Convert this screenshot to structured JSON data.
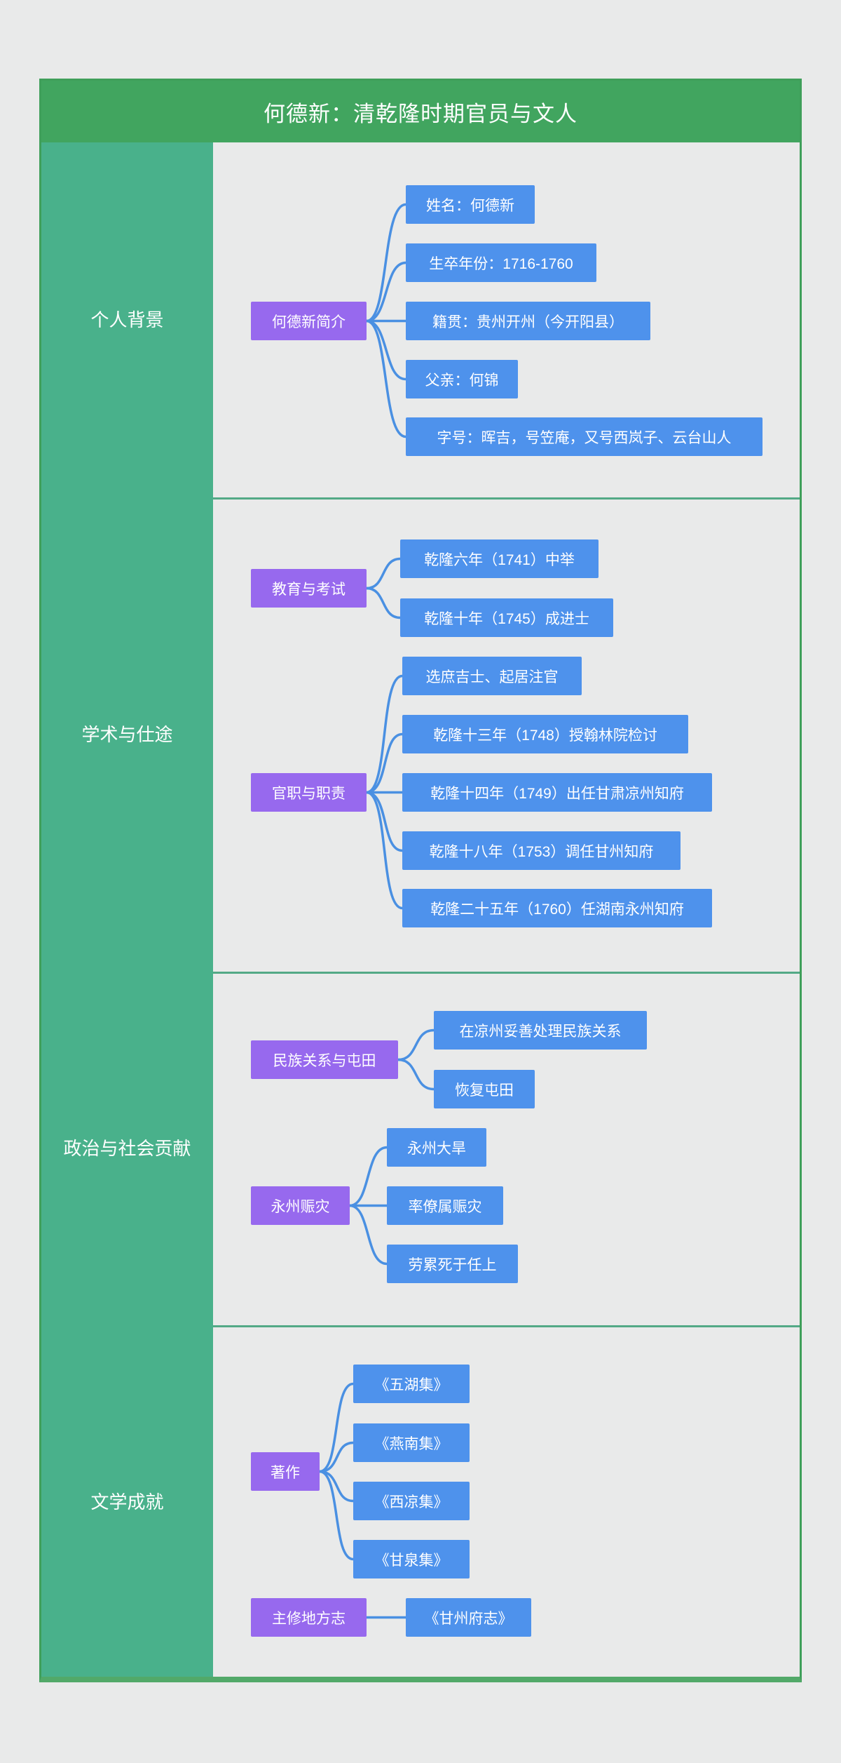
{
  "title": "何德新：清乾隆时期官员与文人",
  "colors": {
    "header_green": "#41a55f",
    "sidebar_teal": "#49b18b",
    "branch_purple": "#9769ee",
    "leaf_blue": "#4e92ec",
    "connector_blue": "#4a90e2",
    "background_gray": "#e9eaea"
  },
  "sections": [
    {
      "label": "个人背景",
      "branches": [
        {
          "label": "何德新简介",
          "children": [
            "姓名：何德新",
            "生卒年份：1716-1760",
            "籍贯：贵州开州（今开阳县）",
            "父亲：何锦",
            "字号：晖吉，号笠庵，又号西岚子、云台山人"
          ]
        }
      ]
    },
    {
      "label": "学术与仕途",
      "branches": [
        {
          "label": "教育与考试",
          "children": [
            "乾隆六年（1741）中举",
            "乾隆十年（1745）成进士"
          ]
        },
        {
          "label": "官职与职责",
          "children": [
            "选庶吉士、起居注官",
            "乾隆十三年（1748）授翰林院检讨",
            "乾隆十四年（1749）出任甘肃凉州知府",
            "乾隆十八年（1753）调任甘州知府",
            "乾隆二十五年（1760）任湖南永州知府"
          ]
        }
      ]
    },
    {
      "label": "政治与社会贡献",
      "branches": [
        {
          "label": "民族关系与屯田",
          "children": [
            "在凉州妥善处理民族关系",
            "恢复屯田"
          ]
        },
        {
          "label": "永州赈灾",
          "children": [
            "永州大旱",
            "率僚属赈灾",
            "劳累死于任上"
          ]
        }
      ]
    },
    {
      "label": "文学成就",
      "branches": [
        {
          "label": "著作",
          "children": [
            "《五湖集》",
            "《燕南集》",
            "《西凉集》",
            "《甘泉集》"
          ]
        },
        {
          "label": "主修地方志",
          "children": [
            "《甘州府志》"
          ]
        }
      ]
    }
  ]
}
